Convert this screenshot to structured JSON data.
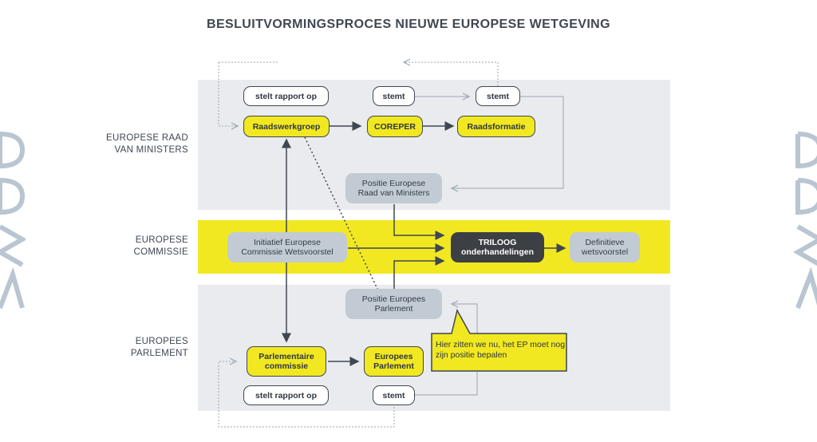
{
  "title": "BESLUITVORMINGSPROCES NIEUWE EUROPESE WETGEVING",
  "rows": {
    "raad": "EUROPESE RAAD\nVAN MINISTERS",
    "commissie": "EUROPESE\nCOMMISSIE",
    "parlement": "EUROPEES\nPARLEMENT"
  },
  "nodes": {
    "stelt_rapport_raad": "stelt rapport op",
    "stemt_coreper": "stemt",
    "stemt_raadsformatie": "stemt",
    "raadswerkgroep": "Raadswerkgroep",
    "coreper": "COREPER",
    "raadsformatie": "Raadsformatie",
    "positie_raad": "Positie Europese\nRaad van Ministers",
    "initiatief": "Initiatief Europese\nCommissie Wetsvoorstel",
    "triloog": "TRILOOG\nonderhandelingen",
    "definitieve": "Definitieve\nwetsvoorstel",
    "positie_parlement": "Positie Europees\nParlement",
    "parlementaire_commissie": "Parlementaire\ncommissie",
    "europees_parlement": "Europees\nParlement",
    "stelt_rapport_parl": "stelt rapport op",
    "stemt_parl": "stemt"
  },
  "callout": "Hier zitten we nu, het EP moet nog zijn positie bepalen",
  "colors": {
    "yellow": "#f1e821",
    "grey_band": "#e9ebee",
    "grey_node": "#c2cbd3",
    "dark_node": "#3c3f44",
    "line": "#3f4752",
    "dashed_line": "#9aa6b2",
    "logo": "#b9c6d1"
  }
}
